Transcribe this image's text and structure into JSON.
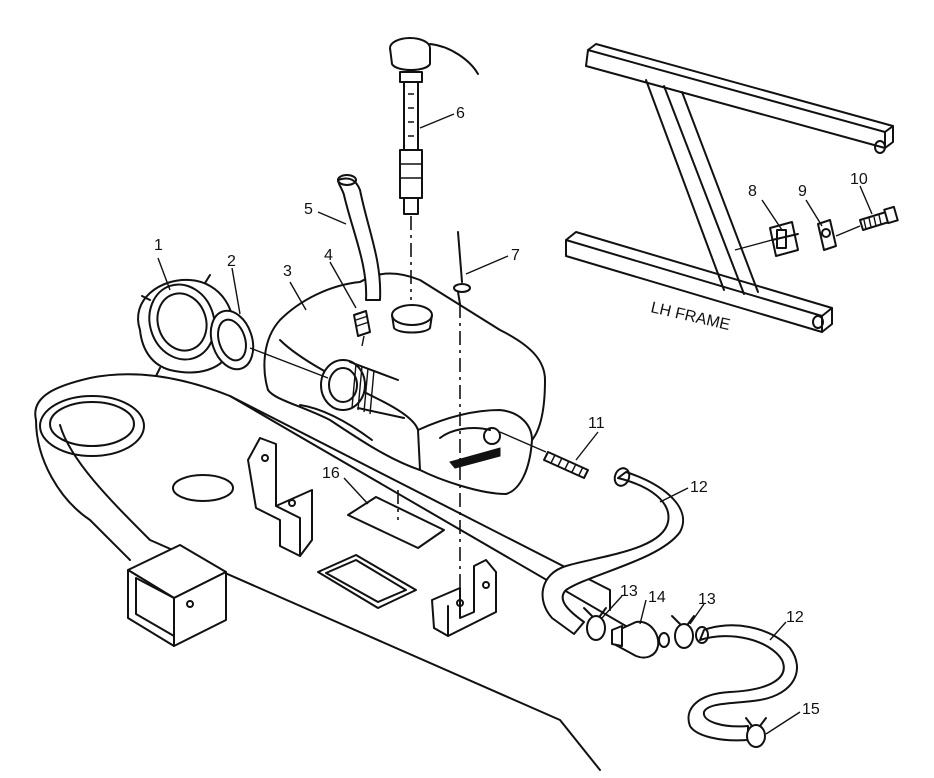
{
  "callouts": [
    {
      "id": "1",
      "text": "1"
    },
    {
      "id": "2",
      "text": "2"
    },
    {
      "id": "3",
      "text": "3"
    },
    {
      "id": "4",
      "text": "4"
    },
    {
      "id": "5",
      "text": "5"
    },
    {
      "id": "6",
      "text": "6"
    },
    {
      "id": "7",
      "text": "7"
    },
    {
      "id": "8",
      "text": "8"
    },
    {
      "id": "9",
      "text": "9"
    },
    {
      "id": "10",
      "text": "10"
    },
    {
      "id": "11",
      "text": "11"
    },
    {
      "id": "12a",
      "text": "12"
    },
    {
      "id": "12b",
      "text": "12"
    },
    {
      "id": "13a",
      "text": "13"
    },
    {
      "id": "13b",
      "text": "13"
    },
    {
      "id": "14",
      "text": "14"
    },
    {
      "id": "15",
      "text": "15"
    },
    {
      "id": "16",
      "text": "16"
    }
  ],
  "frame_label": "LH FRAME",
  "colors": {
    "ink": "#111111",
    "paper": "#ffffff"
  }
}
